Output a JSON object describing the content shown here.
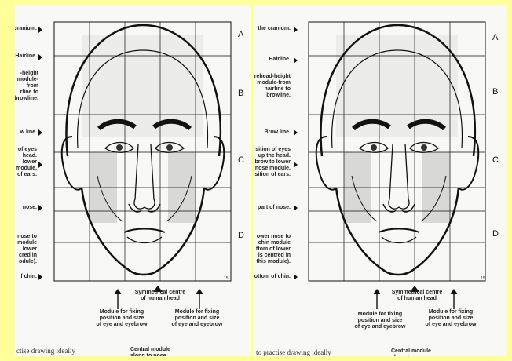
{
  "left_page": {
    "labels": [
      "cranium.",
      "Hairline.",
      "-height\nmodule-from\nrline to\nbrowline.",
      "w line.",
      "of eyes\nhead.\nlower\nmodule,\nof ears.",
      "nose.",
      "nose to\nmodule\nlower\ncred in\nodule).",
      "f chin."
    ],
    "letters": [
      "A",
      "B",
      "C",
      "D"
    ],
    "page_number": "15",
    "captions": {
      "center": "Symmetrical centre\nof human head",
      "left_module": "Module for fixing\nposition and size\nof eye and eyebrow",
      "right_module": "Module for fixing\nposition and size\nof eye and eyebrow"
    },
    "footer": "ctise drawing ideally",
    "footer_module": "Central module\nalong to nose"
  },
  "right_page": {
    "labels": [
      "the cranium.",
      "Hairline.",
      "rehead-height\nmodule-from\nhairline to\nbrowline.",
      "Brow line.",
      "sition of eyes\nup the head.\nbrow to lower\nnose module.\nsition of ears.",
      "part of nose.",
      "ower nose to\nchin module\nttom of lower\nis centred in\nthis module).",
      "ottom of chin."
    ],
    "letters": [
      "A",
      "B",
      "C",
      "D"
    ],
    "page_number": "15",
    "captions": {
      "center": "Symmetrical centre\nof human head",
      "left_module": "Module for fixing\nposition and size\nof eye and eyebrow",
      "right_module": "Module for fixing\nposition and size\nof eye and eyebrow"
    },
    "footer": "to practise drawing ideally",
    "footer_module": "Central module\nalong to nose"
  }
}
